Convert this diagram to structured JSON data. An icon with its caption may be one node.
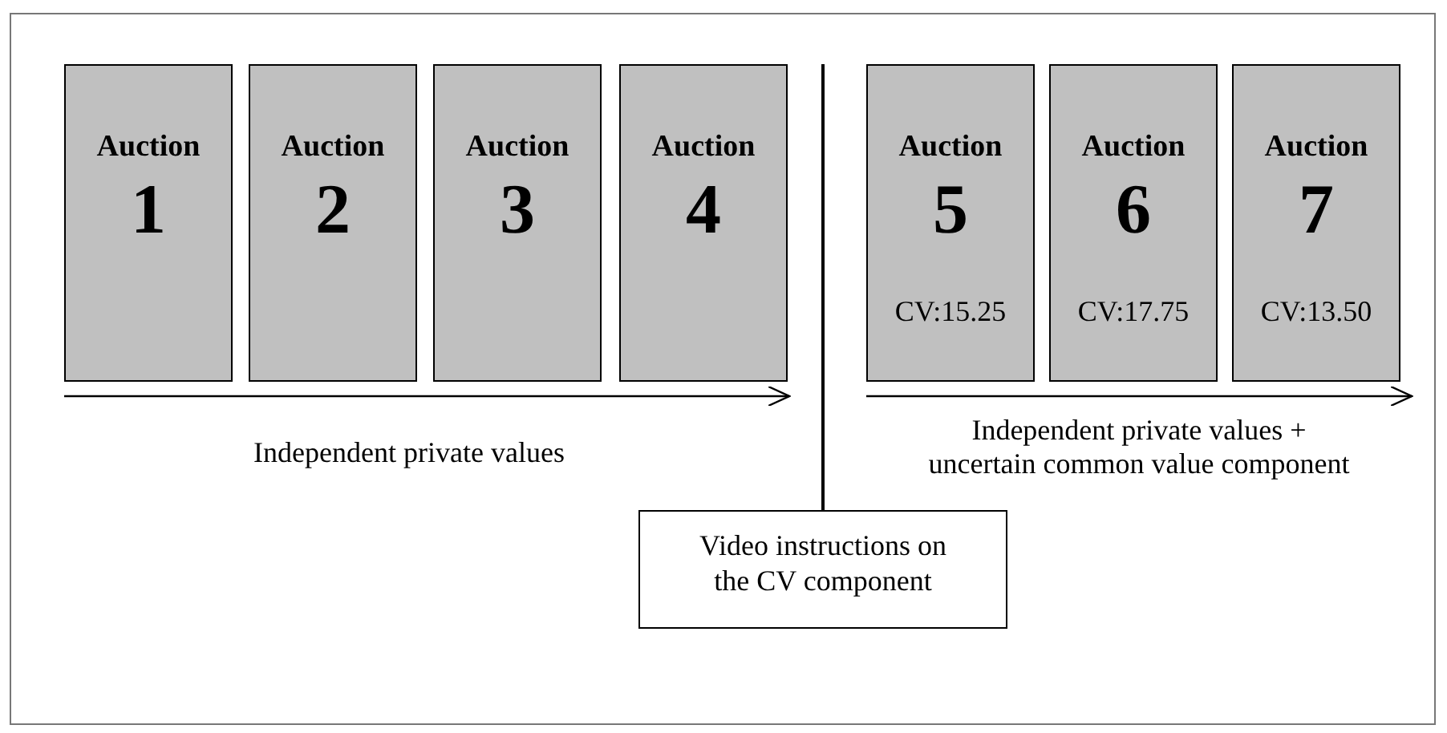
{
  "diagram": {
    "nodes": [
      {
        "text": [
          "Auction",
          "1"
        ]
      },
      {
        "text": [
          "Auction",
          "2"
        ]
      },
      {
        "text": [
          "Auction",
          "3"
        ]
      },
      {
        "text": [
          "Auction",
          "4"
        ]
      },
      {
        "text": [
          "Auction",
          "5",
          "CV:15.25"
        ]
      },
      {
        "text": [
          "Auction",
          "6",
          "CV:17.75"
        ]
      },
      {
        "text": [
          "Auction",
          "7",
          "CV:13.50"
        ]
      },
      {
        "text": [
          "Video instructions on the CV component"
        ]
      }
    ],
    "labels": [
      "Independent private values",
      "Independent private values + uncertain common value component"
    ]
  }
}
